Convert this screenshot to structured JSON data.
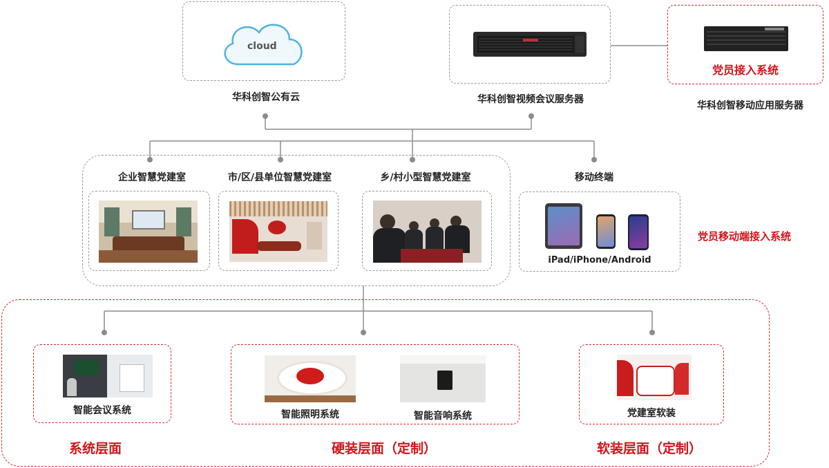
{
  "top": {
    "cloud_text": "cloud",
    "public_cloud_label": "华科创智公有云",
    "video_server_label": "华科创智视频会议服务器",
    "party_access_label": "党员接入系统",
    "mobile_server_label": "华科创智移动应用服务器"
  },
  "middle": {
    "enterprise_room_label": "企业智慧党建室",
    "city_room_label": "市/区/县单位智慧党建室",
    "village_room_label": "乡/村小型智慧党建室",
    "mobile_terminal_label": "移动终端",
    "devices_label": "iPad/iPhone/Android",
    "mobile_access_label": "党员移动端接入系统"
  },
  "bottom": {
    "meeting_system_label": "智能会议系统",
    "lighting_system_label": "智能照明系统",
    "audio_system_label": "智能音响系统",
    "soft_decor_label": "党建室软装",
    "system_level_label": "系统层面",
    "hard_level_label": "硬装层面（定制）",
    "soft_level_label": "软装层面（定制）"
  },
  "colors": {
    "accent_red": "#d0141b",
    "dash_gray": "#9a9a9a",
    "line_gray": "#8c8c8c"
  }
}
